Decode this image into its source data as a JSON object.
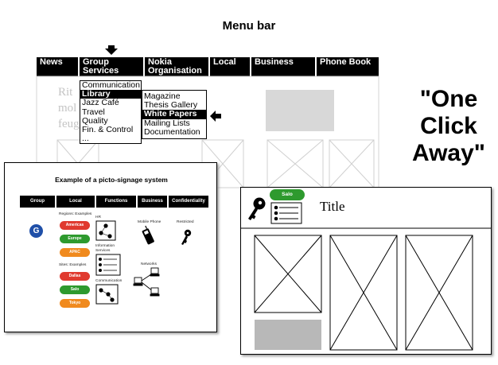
{
  "header": {
    "title": "Menu bar"
  },
  "menubar": {
    "items": [
      {
        "label_1": "News",
        "label_2": ""
      },
      {
        "label_1": "Group",
        "label_2": "Services"
      },
      {
        "label_1": "Nokia",
        "label_2": "Organisation"
      },
      {
        "label_1": "Local",
        "label_2": ""
      },
      {
        "label_1": "Business",
        "label_2": ""
      },
      {
        "label_1": "Phone Book",
        "label_2": ""
      }
    ]
  },
  "background_page": {
    "line1": "Rit             li    sse",
    "line2": "mol                   lites eu",
    "line3": "feug                 nation."
  },
  "group_dropdown": {
    "items": [
      "Communication",
      "Library",
      "Jazz Café",
      "Travel",
      "Quality",
      "Fin. & Control",
      "..."
    ],
    "selected": "Library"
  },
  "library_submenu": {
    "items": [
      "Magazine",
      "Thesis Gallery",
      "White Papers",
      "Mailing Lists",
      "Documentation"
    ],
    "selected": "White Papers"
  },
  "slogan": {
    "line1": "\"One",
    "line2": "Click",
    "line3": "Away\""
  },
  "picto": {
    "title": "Example of a picto-signage system",
    "categories": [
      "Group",
      "Local",
      "Functions",
      "Business",
      "Confidentiality"
    ],
    "group_icon_letter": "G",
    "regions_label": "Regions: Examples",
    "regions": [
      {
        "label": "Americas",
        "color": "#e03a2f"
      },
      {
        "label": "Europe",
        "color": "#2e9a2e"
      },
      {
        "label": "APAC",
        "color": "#f08a1e"
      }
    ],
    "sites_label": "Sites: Examples",
    "sites": [
      {
        "label": "Dallas",
        "color": "#e03a2f"
      },
      {
        "label": "Salo",
        "color": "#2e9a2e"
      },
      {
        "label": "Tokyo",
        "color": "#f08a1e"
      }
    ],
    "functions": {
      "hr": "HR",
      "info_line1": "Information",
      "info_line2": "Services",
      "comm": "Communication"
    },
    "business": {
      "mobile": "Mobile Phone",
      "networks": "Networks"
    },
    "confidentiality": {
      "restricted": "Restricted"
    }
  },
  "wireframe": {
    "site_pill": "Salo",
    "title": "Title",
    "accent_green": "#2e9a2e"
  }
}
